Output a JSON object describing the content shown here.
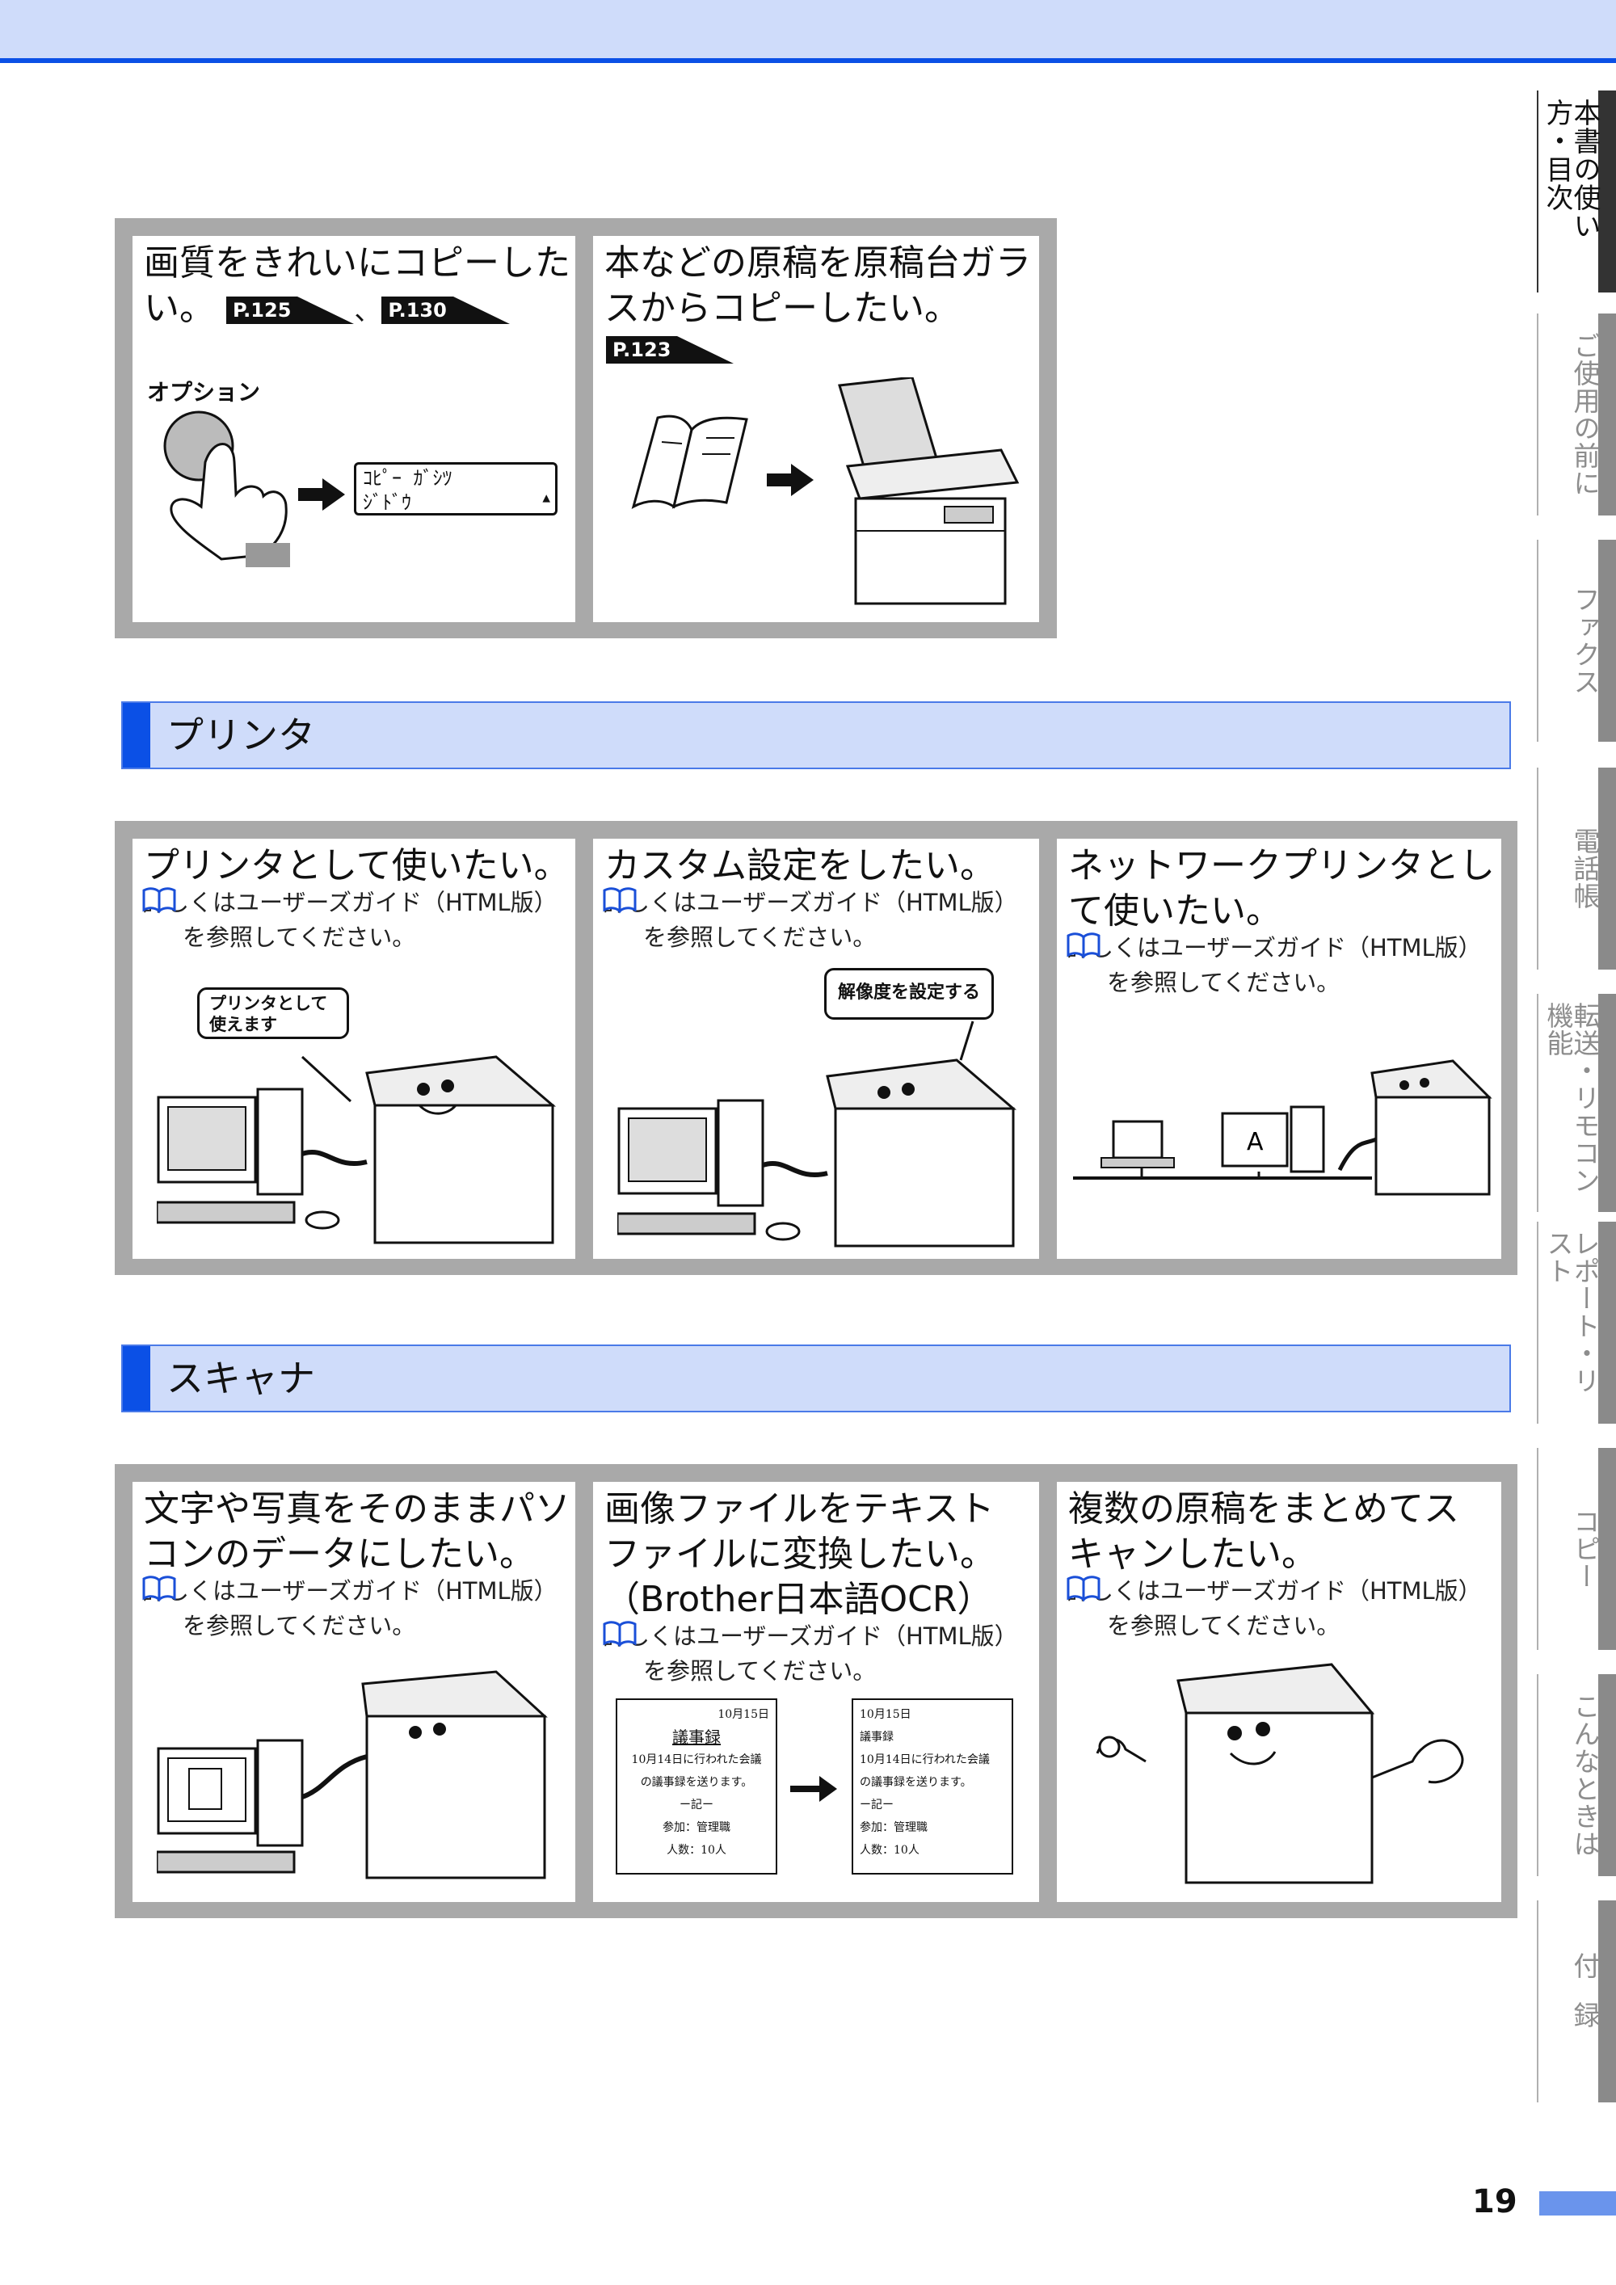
{
  "side_tabs": [
    {
      "label": "本書の使い方・目次",
      "active": true
    },
    {
      "label": "ご使用の前に"
    },
    {
      "label": "ファクス"
    },
    {
      "label": "電話帳"
    },
    {
      "label": "転送・リモコン機能"
    },
    {
      "label": "レポート・リスト"
    },
    {
      "label": "コピー"
    },
    {
      "label": "こんなときは"
    },
    {
      "label": "付録"
    }
  ],
  "copy": {
    "cell1": {
      "title_line1": "画質をきれいにコピーした",
      "title_line2": "い。",
      "sep": "、",
      "ref1": "P.125",
      "ref2": "P.130",
      "option_label": "オプション",
      "lcd_line1": "ｺﾋﾟｰ ｶﾞｼﾂ",
      "lcd_line2": "ｼﾞﾄﾞｳ"
    },
    "cell2": {
      "title": "本などの原稿を原稿台ガラスからコピーしたい。",
      "ref": "P.123"
    }
  },
  "printer": {
    "heading": "プリンタ",
    "cells": [
      {
        "title": "プリンタとして使いたい。",
        "guide_line1": "詳しくはユーザーズガイド（HTML版）",
        "guide_line2": "を参照してください。",
        "bubble_line1": "プリンタとして",
        "bubble_line2": "使えます"
      },
      {
        "title": "カスタム設定をしたい。",
        "guide_line1": "詳しくはユーザーズガイド（HTML版）",
        "guide_line2": "を参照してください。",
        "bubble": "解像度を設定する"
      },
      {
        "title_line1": "ネットワークプリンタとし",
        "title_line2": "て使いたい。",
        "guide_line1": "詳しくはユーザーズガイド（HTML版）",
        "guide_line2": "を参照してください。",
        "screen_letter": "A"
      }
    ]
  },
  "scanner": {
    "heading": "スキャナ",
    "cells": [
      {
        "title_line1": "文字や写真をそのままパソ",
        "title_line2": "コンのデータにしたい。",
        "guide_line1": "詳しくはユーザーズガイド（HTML版）",
        "guide_line2": "を参照してください。"
      },
      {
        "title_line1": "画像ファイルをテキスト",
        "title_line2": "ファイルに変換したい。",
        "title_line3": "（Brother日本語OCR）",
        "guide_line1": "詳しくはユーザーズガイド（HTML版）",
        "guide_line2": "を参照してください。",
        "doc_date": "10月15日",
        "doc_title": "議事録",
        "doc_line1": "10月14日に行われた会議",
        "doc_line2": "の議事録を送ります。",
        "doc_line3": "ー記ー",
        "doc_line4": "参加：管理職",
        "doc_line5": "人数：10人"
      },
      {
        "title_line1": "複数の原稿をまとめてス",
        "title_line2": "キャンしたい。",
        "guide_line1": "詳しくはユーザーズガイド（HTML版）",
        "guide_line2": "を参照してください。"
      }
    ]
  },
  "page_number": "19"
}
